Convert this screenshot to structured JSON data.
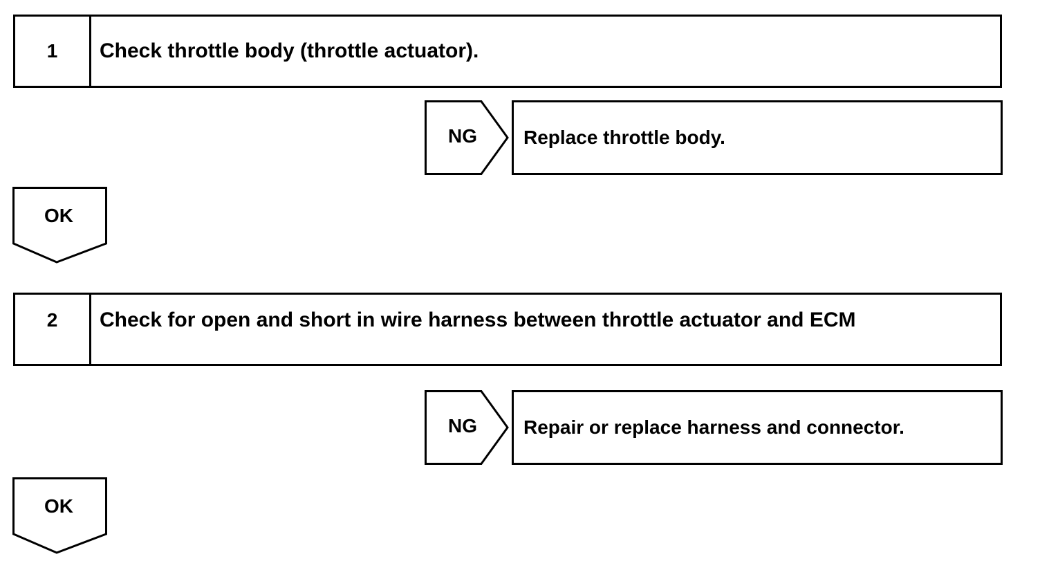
{
  "steps": [
    {
      "number": "1",
      "text": "Check throttle body (throttle actuator).",
      "ng_label": "NG",
      "ng_action": "Replace throttle body.",
      "ok_label": "OK"
    },
    {
      "number": "2",
      "text": "Check for open and short in wire harness between throttle actuator and ECM",
      "ng_label": "NG",
      "ng_action": "Repair or replace harness and connector.",
      "ok_label": "OK"
    }
  ],
  "colors": {
    "line": "#000000",
    "background": "#ffffff"
  }
}
